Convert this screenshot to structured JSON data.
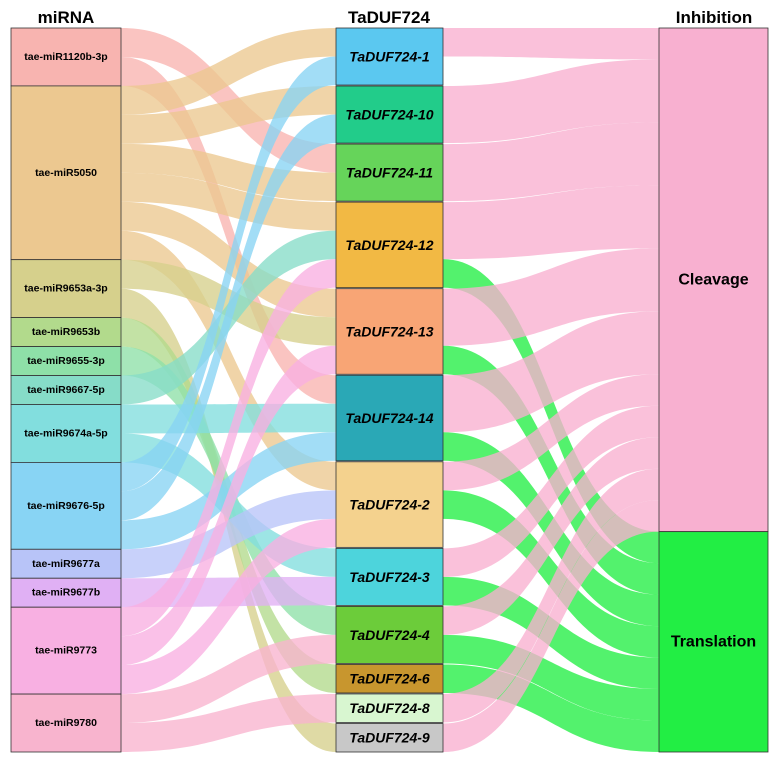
{
  "titles": {
    "mirna": "miRNA",
    "gene": "TaDUF724",
    "inhibition": "Inhibition"
  },
  "mirnas": [
    {
      "label": "tae-miR1120b-3p",
      "color": "#f8b4b0"
    },
    {
      "label": "tae-miR5050",
      "color": "#ecc890"
    },
    {
      "label": "tae-miR9653a-3p",
      "color": "#d6d08c"
    },
    {
      "label": "tae-miR9653b",
      "color": "#b2da8c"
    },
    {
      "label": "tae-miR9655-3p",
      "color": "#8ee0a8"
    },
    {
      "label": "tae-miR9667-5p",
      "color": "#86dcc8"
    },
    {
      "label": "tae-miR9674a-5p",
      "color": "#82dede"
    },
    {
      "label": "tae-miR9676-5p",
      "color": "#88d4f4"
    },
    {
      "label": "tae-miR9677a",
      "color": "#b8c4f8"
    },
    {
      "label": "tae-miR9677b",
      "color": "#e0b0f4"
    },
    {
      "label": "tae-miR9773",
      "color": "#f8b0e2"
    },
    {
      "label": "tae-miR9780",
      "color": "#f8b4ce"
    }
  ],
  "genes": [
    {
      "label": "TaDUF724-1",
      "color": "#5bc8f0"
    },
    {
      "label": "TaDUF724-10",
      "color": "#22cc8a"
    },
    {
      "label": "TaDUF724-11",
      "color": "#66d45a"
    },
    {
      "label": "TaDUF724-12",
      "color": "#f2b944"
    },
    {
      "label": "TaDUF724-13",
      "color": "#f8a575"
    },
    {
      "label": "TaDUF724-14",
      "color": "#2aa8b6"
    },
    {
      "label": "TaDUF724-2",
      "color": "#f4d28e"
    },
    {
      "label": "TaDUF724-3",
      "color": "#4dd4dc"
    },
    {
      "label": "TaDUF724-4",
      "color": "#6ccc3a"
    },
    {
      "label": "TaDUF724-6",
      "color": "#c8962e"
    },
    {
      "label": "TaDUF724-8",
      "color": "#d8f6d0"
    },
    {
      "label": "TaDUF724-9",
      "color": "#c8c8c8"
    }
  ],
  "inhibitions": [
    {
      "label": "Cleavage",
      "color": "#f8b0d0"
    },
    {
      "label": "Translation",
      "color": "#22ee44"
    }
  ],
  "links_mirna_gene": [
    [
      "tae-miR1120b-3p",
      "TaDUF724-11",
      1
    ],
    [
      "tae-miR1120b-3p",
      "TaDUF724-14",
      1
    ],
    [
      "tae-miR5050",
      "TaDUF724-1",
      1
    ],
    [
      "tae-miR5050",
      "TaDUF724-10",
      1
    ],
    [
      "tae-miR5050",
      "TaDUF724-11",
      1
    ],
    [
      "tae-miR5050",
      "TaDUF724-12",
      1
    ],
    [
      "tae-miR5050",
      "TaDUF724-13",
      1
    ],
    [
      "tae-miR5050",
      "TaDUF724-2",
      1
    ],
    [
      "tae-miR9653a-3p",
      "TaDUF724-13",
      1
    ],
    [
      "tae-miR9653a-3p",
      "TaDUF724-9",
      1
    ],
    [
      "tae-miR9653b",
      "TaDUF724-6",
      1
    ],
    [
      "tae-miR9655-3p",
      "TaDUF724-4",
      1
    ],
    [
      "tae-miR9667-5p",
      "TaDUF724-12",
      1
    ],
    [
      "tae-miR9674a-5p",
      "TaDUF724-14",
      1
    ],
    [
      "tae-miR9674a-5p",
      "TaDUF724-3",
      1
    ],
    [
      "tae-miR9676-5p",
      "TaDUF724-1",
      1
    ],
    [
      "tae-miR9676-5p",
      "TaDUF724-10",
      1
    ],
    [
      "tae-miR9676-5p",
      "TaDUF724-14",
      1
    ],
    [
      "tae-miR9677a",
      "TaDUF724-2",
      1
    ],
    [
      "tae-miR9677b",
      "TaDUF724-3",
      1
    ],
    [
      "tae-miR9773",
      "TaDUF724-12",
      1
    ],
    [
      "tae-miR9773",
      "TaDUF724-13",
      1
    ],
    [
      "tae-miR9773",
      "TaDUF724-2",
      1
    ],
    [
      "tae-miR9780",
      "TaDUF724-4",
      1
    ],
    [
      "tae-miR9780",
      "TaDUF724-8",
      1
    ]
  ],
  "links_gene_inhibition": [
    [
      "TaDUF724-1",
      "Cleavage",
      1
    ],
    [
      "TaDUF724-10",
      "Cleavage",
      2
    ],
    [
      "TaDUF724-11",
      "Cleavage",
      2
    ],
    [
      "TaDUF724-12",
      "Cleavage",
      2
    ],
    [
      "TaDUF724-12",
      "Translation",
      1
    ],
    [
      "TaDUF724-13",
      "Cleavage",
      2
    ],
    [
      "TaDUF724-13",
      "Translation",
      1
    ],
    [
      "TaDUF724-14",
      "Cleavage",
      2
    ],
    [
      "TaDUF724-14",
      "Translation",
      1
    ],
    [
      "TaDUF724-2",
      "Cleavage",
      1
    ],
    [
      "TaDUF724-2",
      "Translation",
      1
    ],
    [
      "TaDUF724-3",
      "Cleavage",
      1
    ],
    [
      "TaDUF724-3",
      "Translation",
      1
    ],
    [
      "TaDUF724-4",
      "Cleavage",
      1
    ],
    [
      "TaDUF724-4",
      "Translation",
      1
    ],
    [
      "TaDUF724-6",
      "Translation",
      1
    ],
    [
      "TaDUF724-8",
      "Cleavage",
      1
    ],
    [
      "TaDUF724-9",
      "Cleavage",
      1
    ]
  ]
}
